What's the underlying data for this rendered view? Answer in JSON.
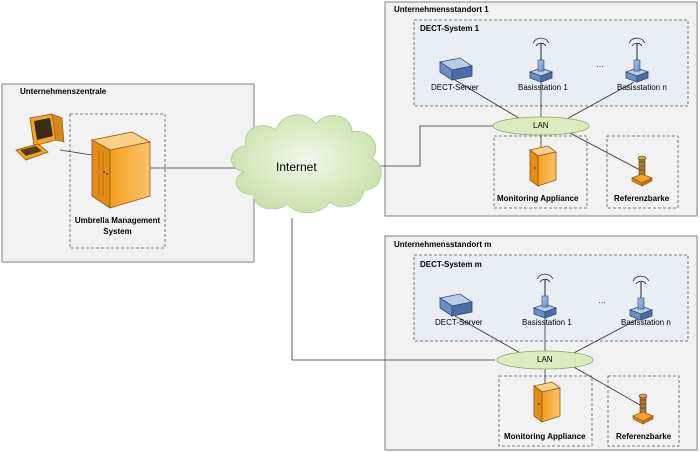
{
  "hq": {
    "title": "Unternehmenszentrale",
    "ums_label_line1": "Umbrella Management",
    "ums_label_line2": "System"
  },
  "internet": {
    "label": "Internet"
  },
  "site1": {
    "title": "Unternehmensstandort 1",
    "dect_title": "DECT-System 1",
    "dect_server": "DECT-Server",
    "base1": "Basisstation 1",
    "dots": "…",
    "basen": "Basisstation n",
    "lan": "LAN",
    "monitoring": "Monitoring Appliance",
    "referenz": "Referenzbarke"
  },
  "sitem": {
    "title": "Unternehmensstandort m",
    "dect_title": "DECT-System m",
    "dect_server": "DECT-Server",
    "base1": "Basisstation 1",
    "dots": "…",
    "basen": "Basisstation n",
    "lan": "LAN",
    "monitoring": "Monitoring Appliance",
    "referenz": "Referenzbarke"
  },
  "colors": {
    "panel_bg": "#f2f2f2",
    "dect_bg": "#e9edf4",
    "cloud": "#d7ebc0",
    "lan": "#dcecbd",
    "orange": "#f7a326",
    "blue": "#8aa8d4"
  }
}
